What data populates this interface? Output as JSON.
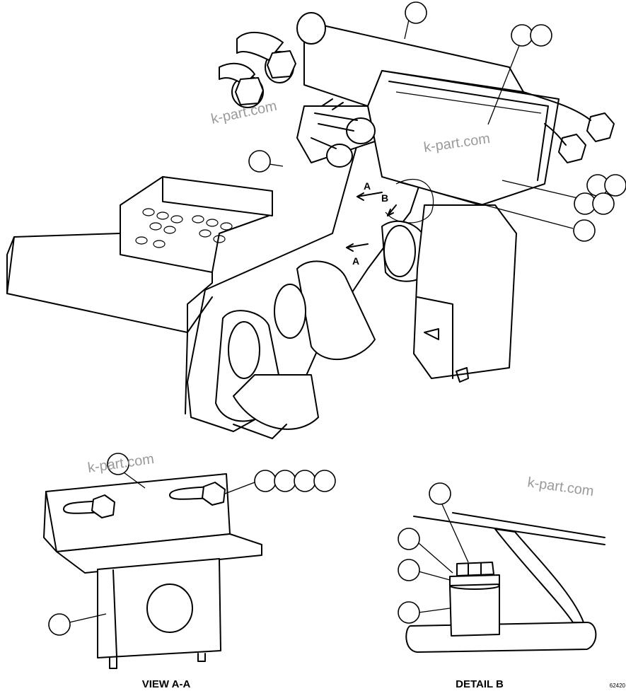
{
  "watermark_text": "k-part.com",
  "view_labels": {
    "view_a": "VIEW A-A",
    "detail_b": "DETAIL B"
  },
  "section_markers": {
    "a_upper": "A",
    "a_lower": "A",
    "b": "B"
  },
  "drawing_number": "62420",
  "colors": {
    "line": "#000000",
    "background": "#ffffff",
    "watermark": "#9a9a9a"
  }
}
